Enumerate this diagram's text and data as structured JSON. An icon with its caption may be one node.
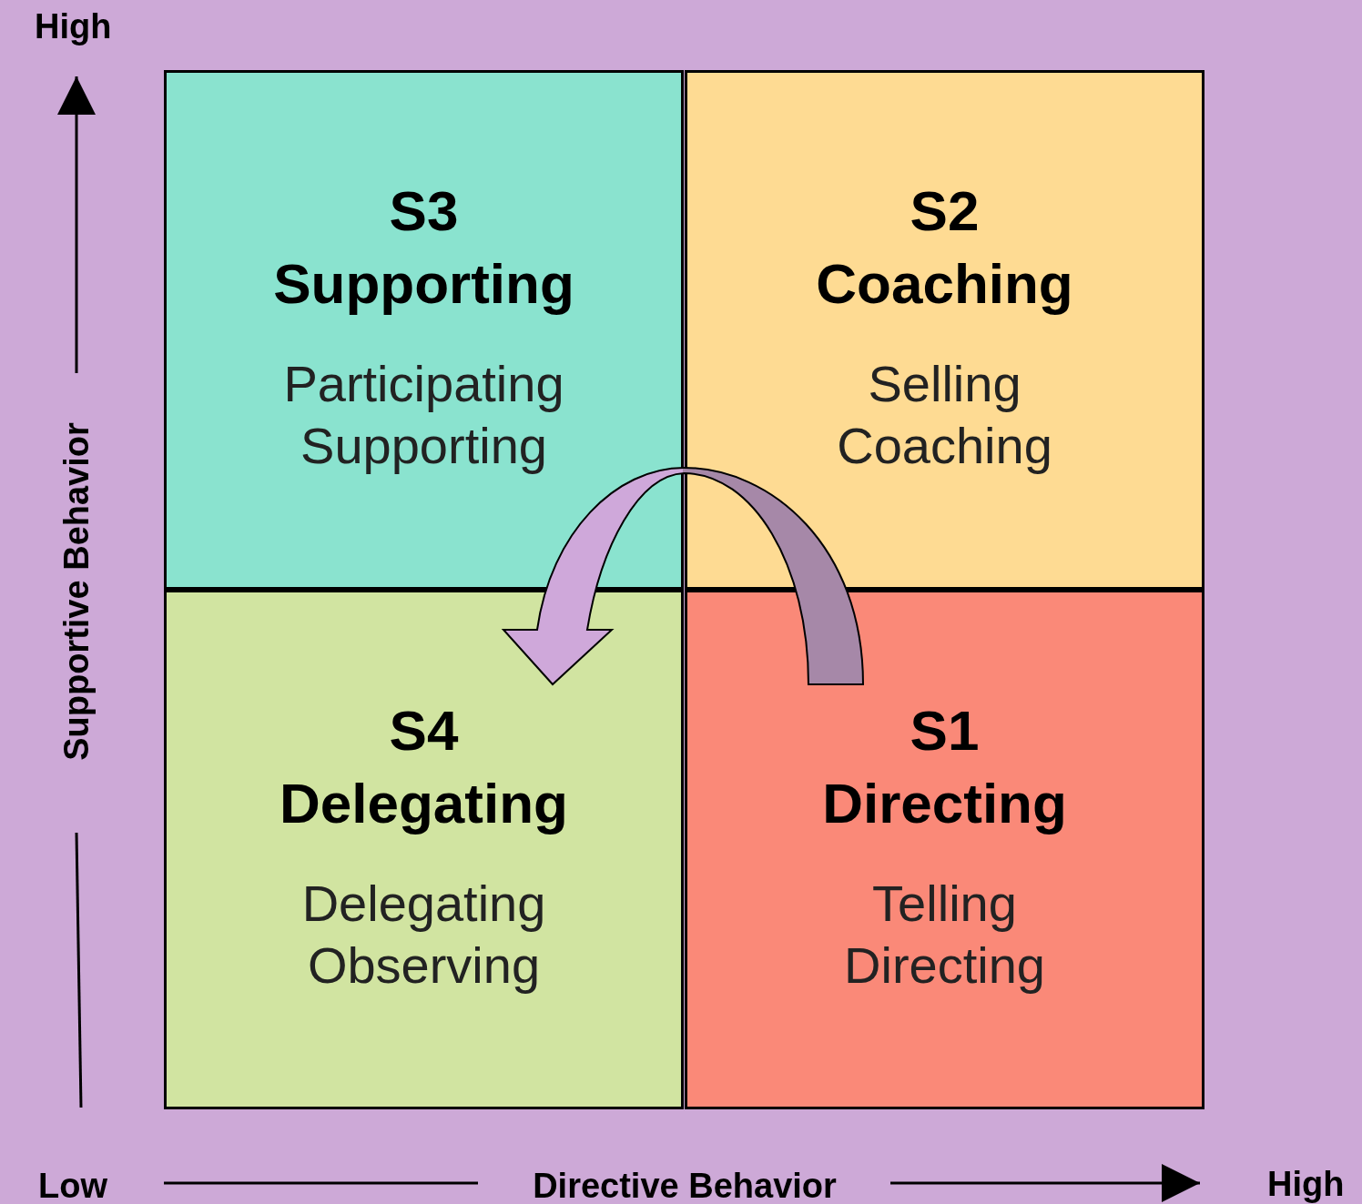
{
  "diagram": {
    "nodes": [
      {
        "text": [
          "S3 Supporting",
          "Participating Supporting"
        ]
      },
      {
        "text": [
          "S2 Coaching",
          "Selling Coaching"
        ]
      },
      {
        "text": [
          "S4 Delegating",
          "Delegating Observing"
        ]
      },
      {
        "text": [
          "S1 Directing",
          "Telling Directing"
        ]
      }
    ],
    "edges": [
      {
        "from": 3,
        "to": 2,
        "arrow": "to"
      }
    ],
    "labels": [
      "High",
      "Supportive Behavior",
      "Low",
      "Directive Behavior",
      "High"
    ]
  }
}
